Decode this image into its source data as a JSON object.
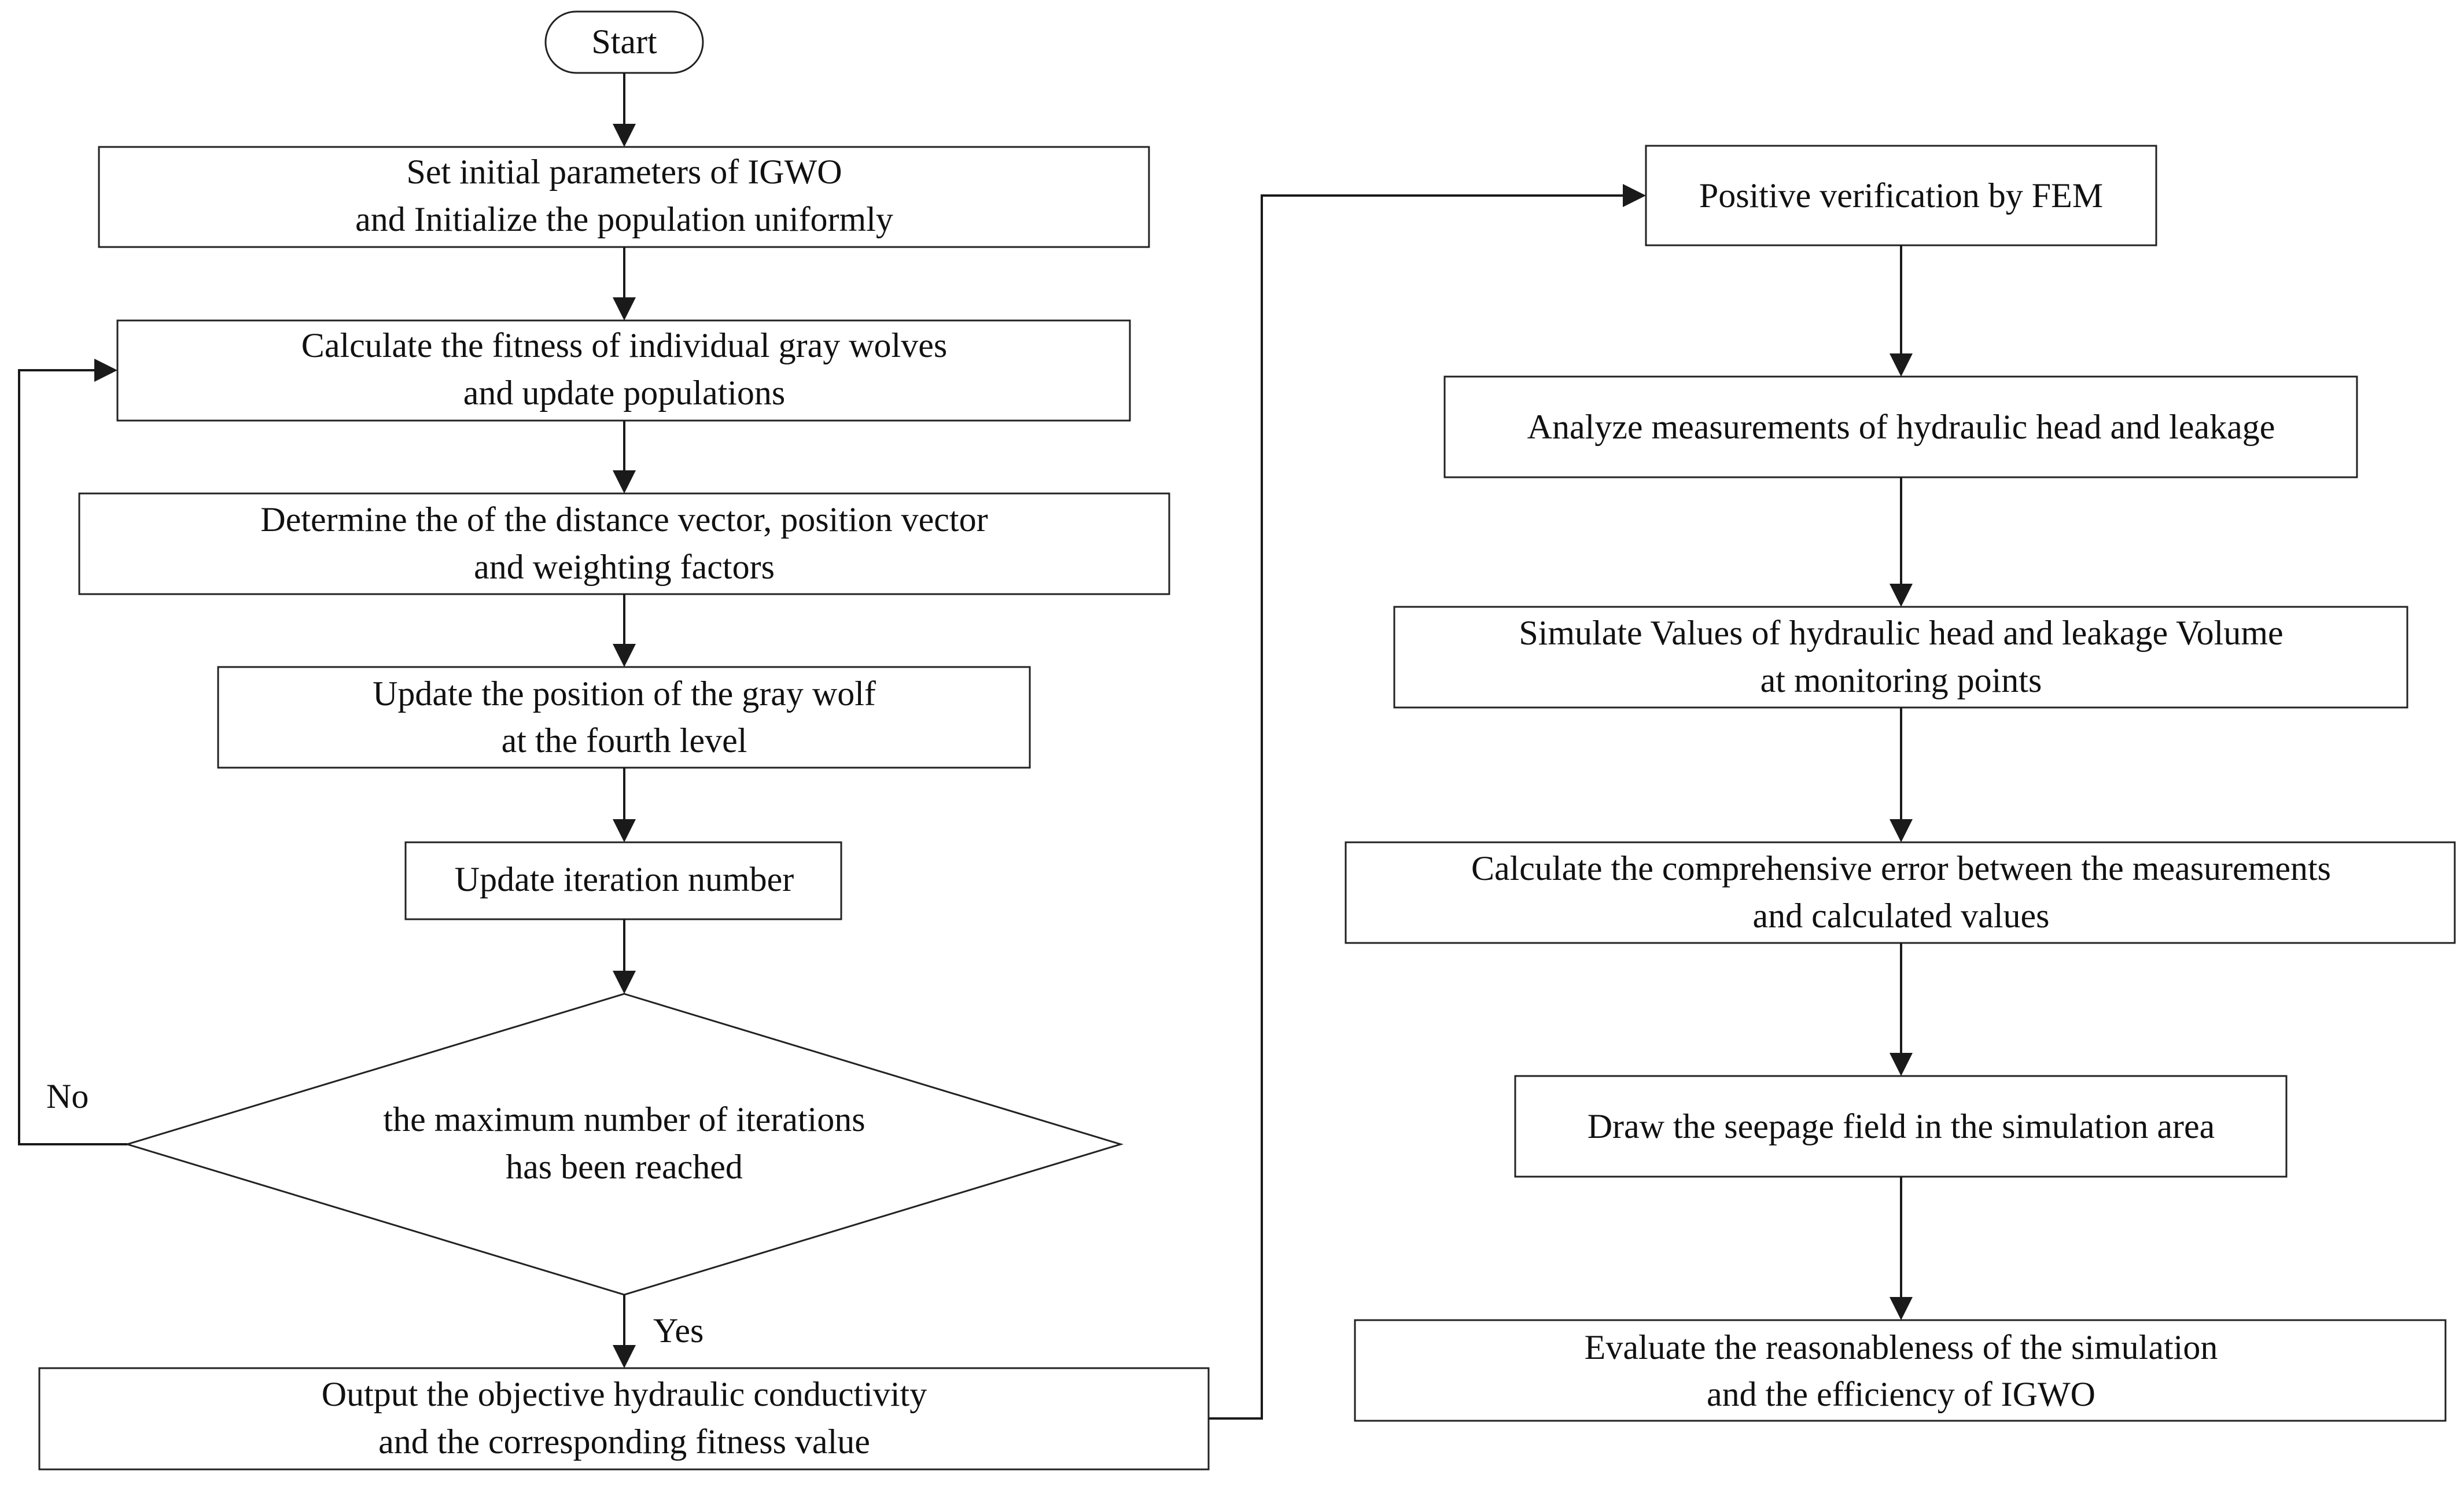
{
  "colors": {
    "stroke": "#222222",
    "text": "#111111",
    "background": "#ffffff"
  },
  "nodes": {
    "start": {
      "label": "Start"
    },
    "set_params": {
      "line1": "Set initial parameters of IGWO",
      "line2": "and Initialize the population uniformly"
    },
    "calc_fitness": {
      "line1": "Calculate the fitness of individual gray wolves",
      "line2": "and update populations"
    },
    "determine_vectors": {
      "line1": "Determine the of the distance vector, position vector",
      "line2": "and weighting factors"
    },
    "update_position": {
      "line1": "Update the position of the gray wolf",
      "line2": "at the fourth level"
    },
    "update_iteration": {
      "label": "Update iteration number"
    },
    "max_iter_decision": {
      "line1": "the maximum number of iterations",
      "line2": "has been reached"
    },
    "output_conductivity": {
      "line1": "Output the objective hydraulic conductivity",
      "line2": "and the corresponding fitness value"
    },
    "positive_verification": {
      "label": "Positive verification by FEM"
    },
    "analyze_measurements": {
      "label": "Analyze measurements of  hydraulic head and leakage"
    },
    "simulate_values": {
      "line1": "Simulate Values of hydraulic head and leakage Volume",
      "line2": "at monitoring points"
    },
    "calc_error": {
      "line1": "Calculate the comprehensive error between the measurements",
      "line2": "and calculated values"
    },
    "draw_seepage": {
      "label": "Draw the seepage field in the simulation area"
    },
    "evaluate": {
      "line1": "Evaluate the reasonableness of the simulation",
      "line2": "and the efficiency of IGWO"
    }
  },
  "edge_labels": {
    "no": "No",
    "yes": "Yes"
  }
}
